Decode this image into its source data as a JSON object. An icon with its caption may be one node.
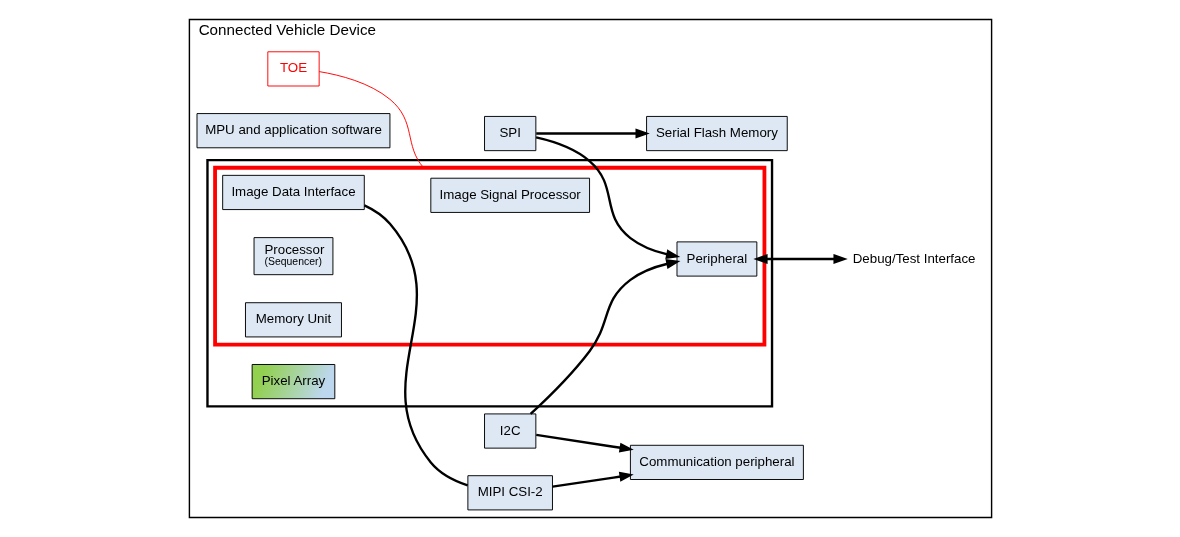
{
  "diagram": {
    "nodes": [
      {
        "text": [
          "Connected Vehicle Device"
        ]
      },
      {
        "text": [],
        "shape": "box",
        "in": 0
      },
      {
        "text": [
          "TOE"
        ],
        "in": 0
      },
      {
        "text": [],
        "shape": "box",
        "in": 1
      },
      {
        "text": [
          "Pixel Array"
        ],
        "in": 1
      },
      {
        "text": [
          "Image Signal Processor"
        ],
        "in": 3
      },
      {
        "text": [
          "Image Data Interface"
        ],
        "in": 3
      },
      {
        "text": [
          "Processor",
          "(Sequencer)"
        ],
        "in": 3
      },
      {
        "text": [
          "Memory Unit"
        ],
        "in": 3
      },
      {
        "text": [
          "Peripheral"
        ],
        "in": 3
      },
      {
        "text": [
          "MIPI CSI-2"
        ],
        "in": 0
      },
      {
        "text": [
          "Communication peripheral"
        ],
        "in": 0
      },
      {
        "text": [
          "I2C"
        ],
        "in": 0
      },
      {
        "text": [
          "MPU and application software"
        ],
        "in": 0
      },
      {
        "text": [
          "SPI"
        ],
        "in": 0
      },
      {
        "text": [
          "Serial Flash Memory"
        ],
        "in": 0
      },
      {
        "text": [
          "Debug/Test Interface"
        ],
        "in": 0
      }
    ],
    "edges": [
      {
        "from": 2,
        "to": 3,
        "arrow": "none",
        "color": "#ff0000"
      },
      {
        "from": 6,
        "to": 10,
        "arrow": "none"
      },
      {
        "from": 10,
        "to": 11,
        "arrow": "to"
      },
      {
        "from": 12,
        "to": 9,
        "arrow": "to"
      },
      {
        "from": 12,
        "to": 11,
        "arrow": "to"
      },
      {
        "from": 14,
        "to": 9,
        "arrow": "to"
      },
      {
        "from": 14,
        "to": 15,
        "arrow": "to"
      },
      {
        "from": 9,
        "to": 16,
        "arrow": "both"
      }
    ]
  }
}
